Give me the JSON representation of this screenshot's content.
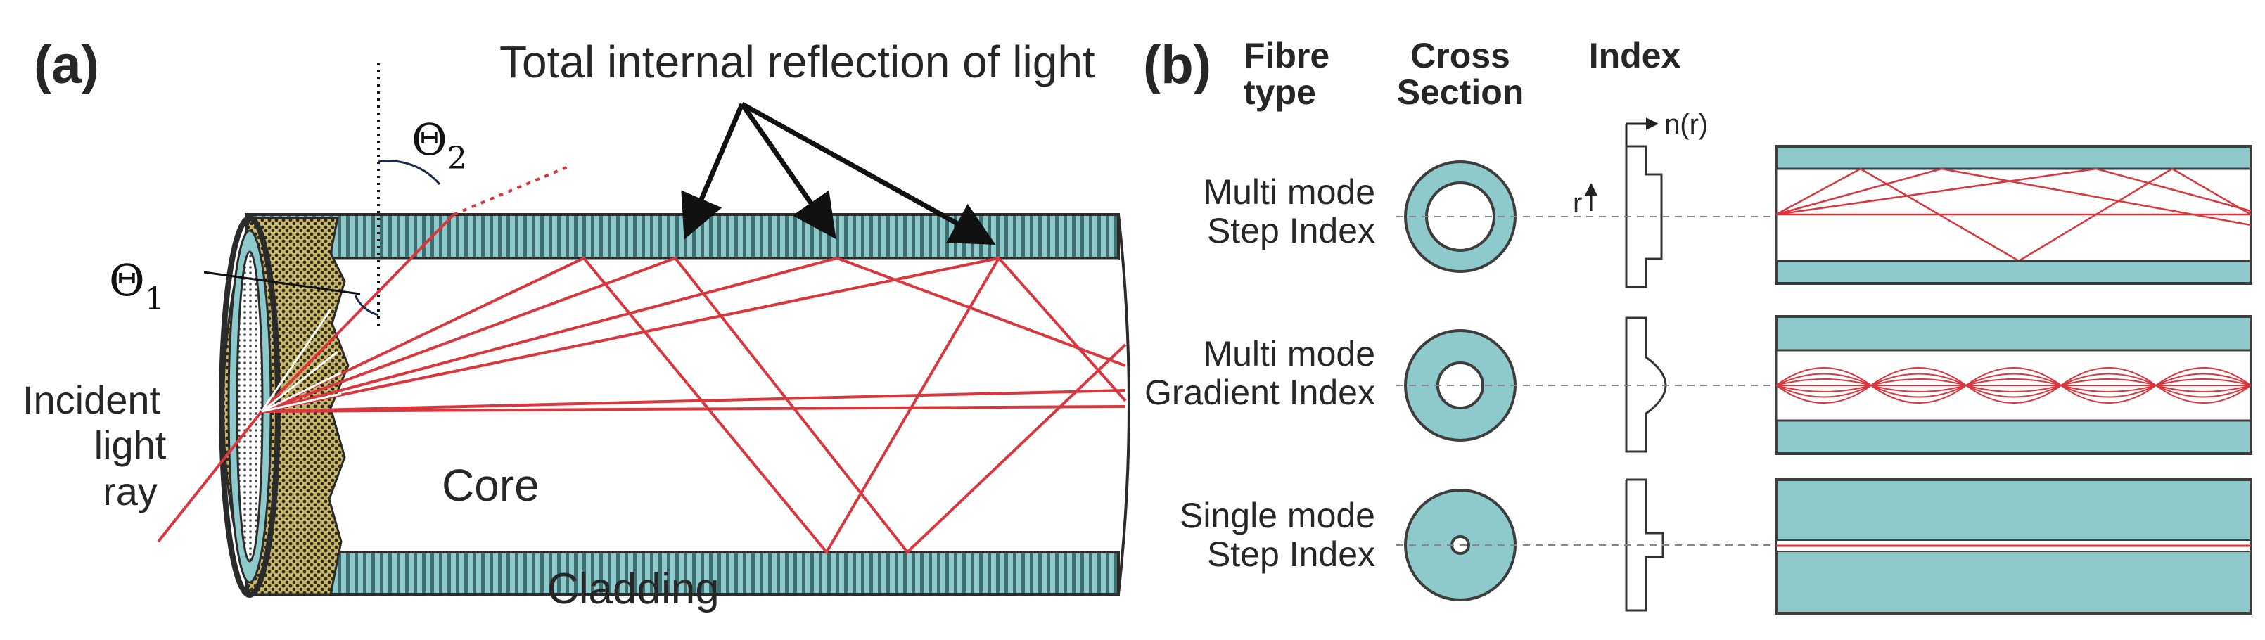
{
  "panel_a": {
    "label": "(a)",
    "tir_caption": "Total internal reflection of light",
    "theta1_symbol": "Θ",
    "theta1_sub": "1",
    "theta2_symbol": "Θ",
    "theta2_sub": "2",
    "incident_line1": "Incident",
    "incident_line2": "light",
    "incident_line3": "ray",
    "core_label": "Core",
    "cladding_label": "Cladding"
  },
  "panel_b": {
    "label": "(b)",
    "header_fibre_line1": "Fibre",
    "header_fibre_line2": "type",
    "header_cross_line1": "Cross",
    "header_cross_line2": "Section",
    "header_index": "Index",
    "index_axis_label": "n(r)",
    "radius_label": "r",
    "rows": [
      {
        "line1": "Multi mode",
        "line2": "Step Index"
      },
      {
        "line1": "Multi mode",
        "line2": "Gradient Index"
      },
      {
        "line1": "Single mode",
        "line2": "Step Index"
      }
    ]
  },
  "colors": {
    "cladding": "#8ec9cb",
    "cladding_dark": "#3c6e70",
    "ray": "#d9363e",
    "outline": "#2b2b2b",
    "core_end": "#c7b66b"
  }
}
